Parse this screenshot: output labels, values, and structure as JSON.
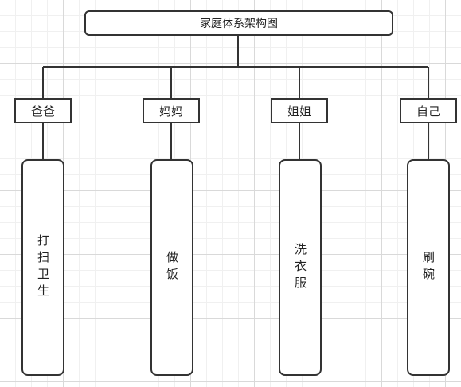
{
  "diagram": {
    "root": {
      "label": "家庭体系架构图"
    },
    "members": [
      {
        "label": "爸爸",
        "task": "打扫卫生"
      },
      {
        "label": "妈妈",
        "task": "做饭"
      },
      {
        "label": "姐姐",
        "task": "洗衣服"
      },
      {
        "label": "自己",
        "task": "刷碗"
      }
    ]
  }
}
